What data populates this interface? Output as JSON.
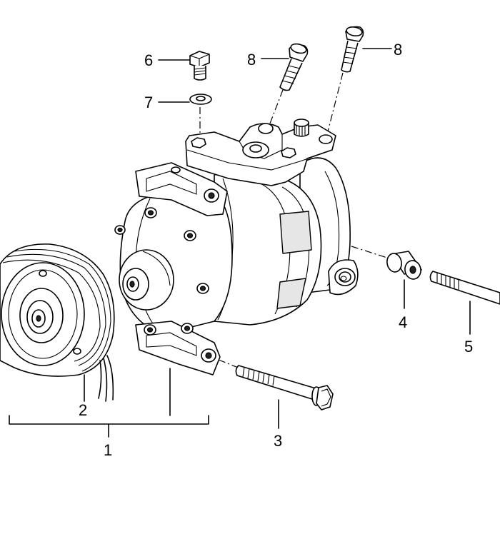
{
  "callouts": {
    "c1": "1",
    "c2": "2",
    "c3": "3",
    "c4": "4",
    "c5": "5",
    "c6": "6",
    "c7": "7",
    "c8a": "8",
    "c8b": "8"
  }
}
